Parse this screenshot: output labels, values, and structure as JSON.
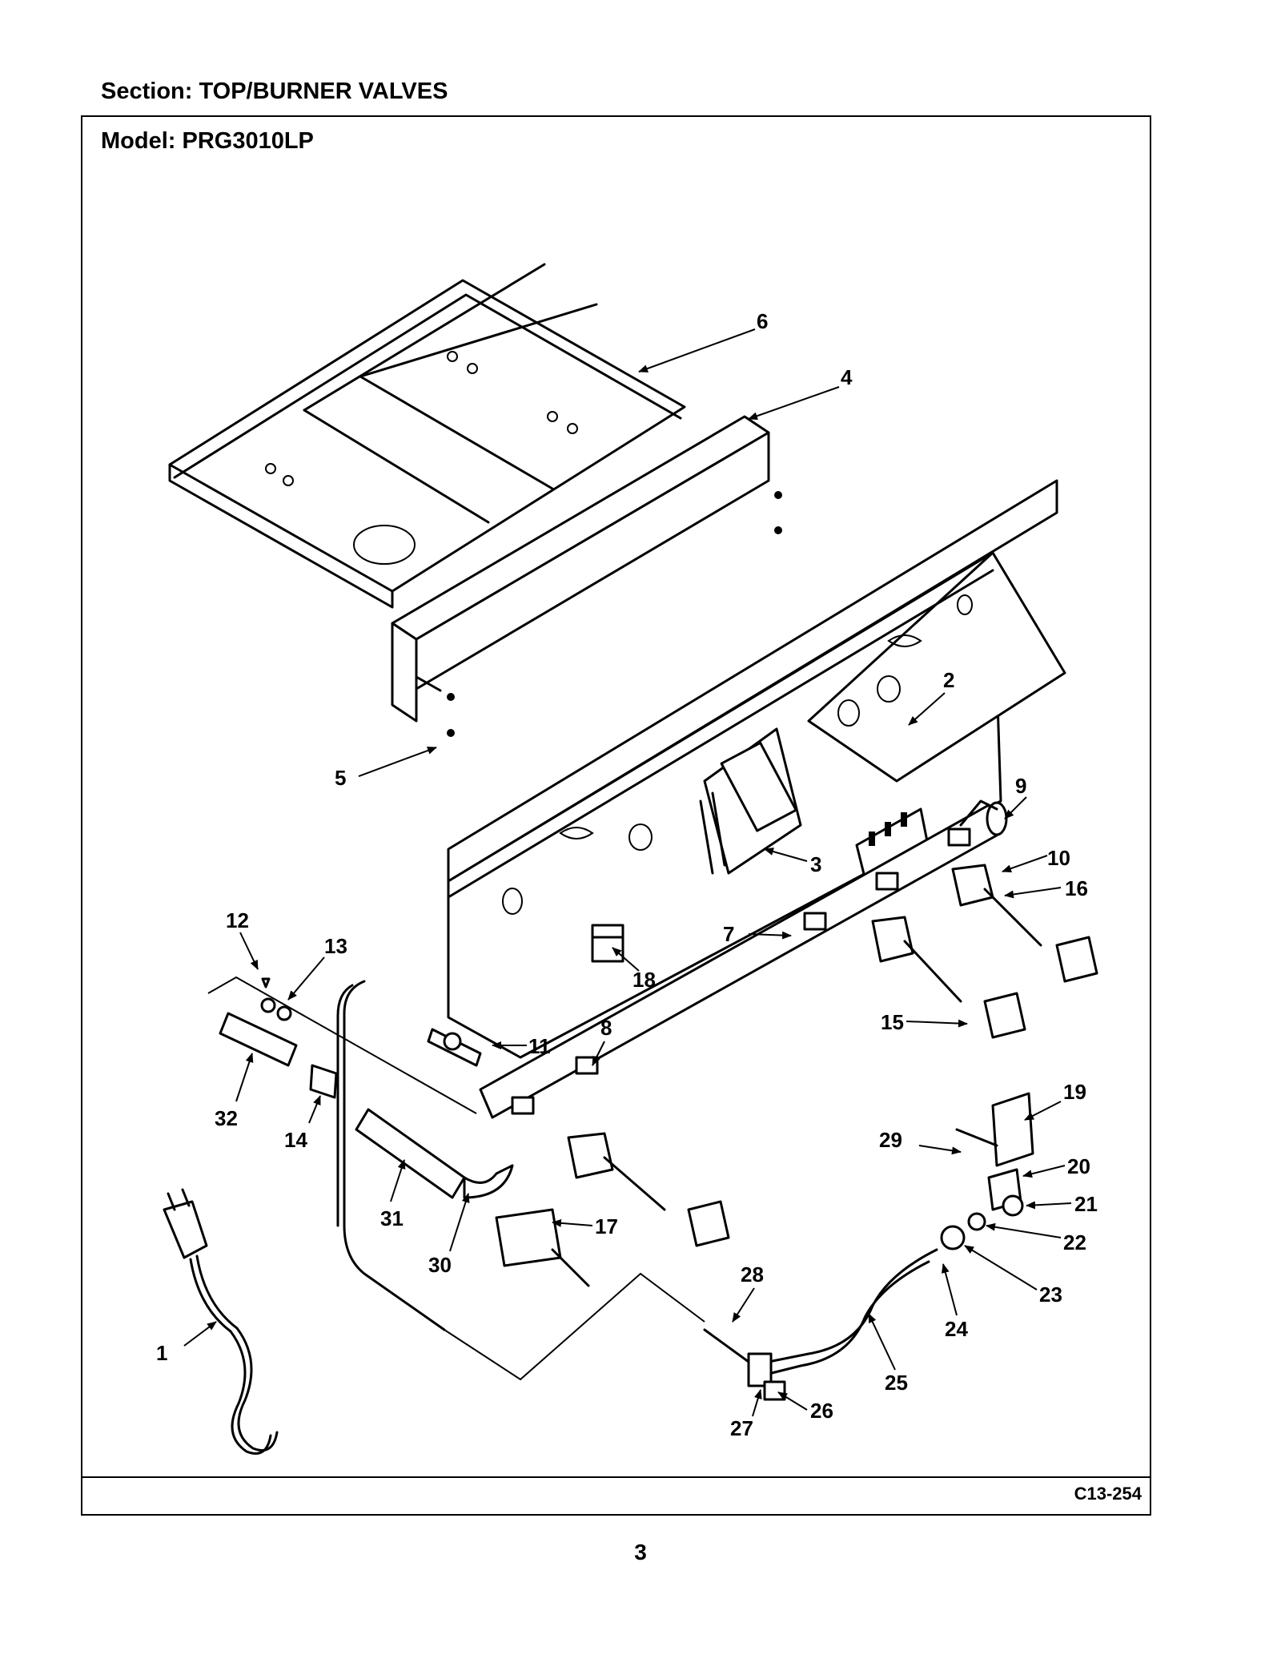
{
  "header": {
    "section": "Section:  TOP/BURNER VALVES",
    "model": "Model:  PRG3010LP"
  },
  "footer": {
    "drawing_code": "C13-254",
    "page_number": "3"
  },
  "callouts": [
    "1",
    "2",
    "3",
    "4",
    "5",
    "6",
    "7",
    "8",
    "9",
    "10",
    "11",
    "12",
    "13",
    "14",
    "15",
    "16",
    "17",
    "18",
    "19",
    "20",
    "21",
    "22",
    "23",
    "24",
    "25",
    "26",
    "27",
    "28",
    "29",
    "30",
    "31",
    "32"
  ]
}
